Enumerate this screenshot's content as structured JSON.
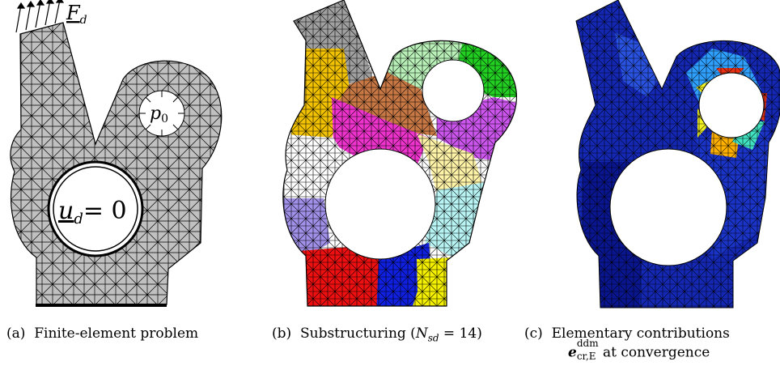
{
  "panels": [
    {
      "id": "a",
      "caption_prefix": "(a)",
      "caption": "Finite-element problem",
      "labels": {
        "force": "F",
        "force_sub": "d",
        "pressure": "p",
        "pressure_sub": "0",
        "disp": "u",
        "disp_sub": "d",
        "disp_eq": "= 0"
      },
      "fill": "#c0c0c0"
    },
    {
      "id": "b",
      "caption_prefix": "(b)",
      "caption_text": "Substructuring (",
      "caption_math": "N",
      "caption_math_sub": "sd",
      "caption_tail": " = 14)",
      "subdomain_count": 14,
      "subdomain_colors": [
        "#a0a0a0",
        "#f2c200",
        "#c87844",
        "#b8f0b8",
        "#22d022",
        "#ee33cc",
        "#cc55ee",
        "#ffffff",
        "#fff3a8",
        "#b8f4f4",
        "#a090e8",
        "#ee1010",
        "#1020e0",
        "#f4f000"
      ]
    },
    {
      "id": "c",
      "caption_prefix": "(c)",
      "caption_line1": "Elementary contributions",
      "caption_math": "e",
      "caption_math_sup": "ddm",
      "caption_math_sub": "cr,E",
      "caption_tail": " at convergence",
      "colors": {
        "background_field": "#1428b4",
        "dark_field": "#0a1690",
        "hot_1": "#e83010",
        "hot_2": "#ffb000",
        "warm": "#f0f020",
        "mid": "#40e0c0",
        "cool": "#30a0ff"
      }
    }
  ]
}
